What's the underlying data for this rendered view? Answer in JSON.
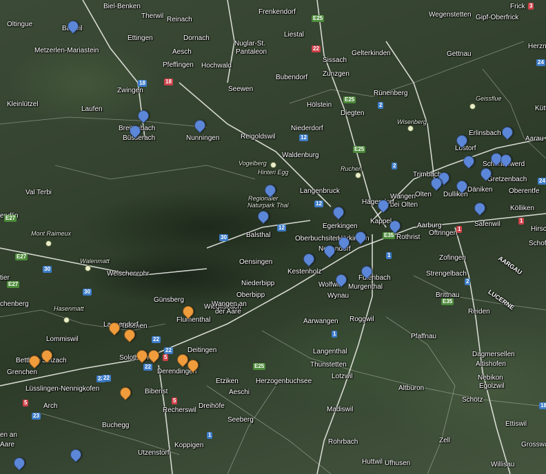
{
  "map": {
    "places": [
      {
        "name": "Biel-Benken",
        "cls": "major"
      },
      {
        "name": "Therwil",
        "cls": "major"
      },
      {
        "name": "Reinach",
        "cls": "major"
      },
      {
        "name": "Frenkendorf",
        "cls": "major"
      },
      {
        "name": "Wegenstetten",
        "cls": "major"
      },
      {
        "name": "Frick",
        "cls": "major"
      },
      {
        "name": "Oltingue",
        "cls": "major"
      },
      {
        "name": "Battwil",
        "cls": "major"
      },
      {
        "name": "Ettingen",
        "cls": "major"
      },
      {
        "name": "Dornach",
        "cls": "major"
      },
      {
        "name": "Liestal",
        "cls": "major"
      },
      {
        "name": "Gipf-Oberfrick",
        "cls": "major"
      },
      {
        "name": "Nuglar-St.",
        "cls": "major"
      },
      {
        "name": "Pantaleon",
        "cls": "major"
      },
      {
        "name": "Aesch",
        "cls": "major"
      },
      {
        "name": "Metzerlen-Mariastein",
        "cls": "major"
      },
      {
        "name": "Sissach",
        "cls": "major"
      },
      {
        "name": "Gelterkinden",
        "cls": "major"
      },
      {
        "name": "Gettnau",
        "cls": "major"
      },
      {
        "name": "Herzn",
        "cls": "major"
      },
      {
        "name": "Pfeffingen",
        "cls": "major"
      },
      {
        "name": "Hochwald",
        "cls": "major"
      },
      {
        "name": "Bubendorf",
        "cls": "major"
      },
      {
        "name": "Zunzgen",
        "cls": "major"
      },
      {
        "name": "Zwingen",
        "cls": "major"
      },
      {
        "name": "Seewen",
        "cls": "major"
      },
      {
        "name": "Kleinlützel",
        "cls": "major"
      },
      {
        "name": "Laufen",
        "cls": "major"
      },
      {
        "name": "Hölstein",
        "cls": "major"
      },
      {
        "name": "Rünenberg",
        "cls": "major"
      },
      {
        "name": "Diegten",
        "cls": "major"
      },
      {
        "name": "Geissflue",
        "cls": "minor"
      },
      {
        "name": "Kütt",
        "cls": "major"
      },
      {
        "name": "Breitenbach",
        "cls": "major"
      },
      {
        "name": "Büsserach",
        "cls": "major"
      },
      {
        "name": "Nunningen",
        "cls": "major"
      },
      {
        "name": "Reigoldswil",
        "cls": "major"
      },
      {
        "name": "Niederdorf",
        "cls": "major"
      },
      {
        "name": "Wisenberg",
        "cls": "minor"
      },
      {
        "name": "Erlinsbach",
        "cls": "major"
      },
      {
        "name": "Aarau",
        "cls": "major"
      },
      {
        "name": "Waldenburg",
        "cls": "major"
      },
      {
        "name": "Lostorf",
        "cls": "major"
      },
      {
        "name": "Vogelberg",
        "cls": "minor"
      },
      {
        "name": "Hinteri Egg",
        "cls": "minor"
      },
      {
        "name": "Ruchen",
        "cls": "minor"
      },
      {
        "name": "Schönenwerd",
        "cls": "major"
      },
      {
        "name": "Trimbach",
        "cls": "major"
      },
      {
        "name": "Gretzenbach",
        "cls": "major"
      },
      {
        "name": "Val Terbi",
        "cls": "major"
      },
      {
        "name": "Langenbruck",
        "cls": "major"
      },
      {
        "name": "Wangen",
        "cls": "major"
      },
      {
        "name": "bei Olten",
        "cls": "major"
      },
      {
        "name": "Olten",
        "cls": "major"
      },
      {
        "name": "Dulliken",
        "cls": "major"
      },
      {
        "name": "Däniken",
        "cls": "major"
      },
      {
        "name": "Oberentfe",
        "cls": "major"
      },
      {
        "name": "Regionaler",
        "cls": "minor"
      },
      {
        "name": "Naturpark Thal",
        "cls": "minor"
      },
      {
        "name": "Hägendorf",
        "cls": "major"
      },
      {
        "name": "Kölliken",
        "cls": "major"
      },
      {
        "name": "Mont Raimeux",
        "cls": "minor"
      },
      {
        "name": "Egerkingen",
        "cls": "major"
      },
      {
        "name": "Kappel",
        "cls": "major"
      },
      {
        "name": "Safenwil",
        "cls": "major"
      },
      {
        "name": "Hirsch",
        "cls": "major"
      },
      {
        "name": "Balsthal",
        "cls": "major"
      },
      {
        "name": "Aarburg",
        "cls": "major"
      },
      {
        "name": "Oberbuchsiten",
        "cls": "major"
      },
      {
        "name": "Härkingen",
        "cls": "major"
      },
      {
        "name": "Rothrist",
        "cls": "major"
      },
      {
        "name": "Oftringen",
        "cls": "major"
      },
      {
        "name": "Schoft",
        "cls": "major"
      },
      {
        "name": "Neuendorf",
        "cls": "major"
      },
      {
        "name": "Walenmatt",
        "cls": "minor"
      },
      {
        "name": "Oensingen",
        "cls": "major"
      },
      {
        "name": "Kestenholz",
        "cls": "major"
      },
      {
        "name": "Zofingen",
        "cls": "major"
      },
      {
        "name": "Welschenrohr",
        "cls": "major"
      },
      {
        "name": "Fulenbach",
        "cls": "major"
      },
      {
        "name": "Murgenthal",
        "cls": "major"
      },
      {
        "name": "Strengelbach",
        "cls": "major"
      },
      {
        "name": "AARGAU",
        "cls": "region"
      },
      {
        "name": "Niederbipp",
        "cls": "major"
      },
      {
        "name": "Wolfwil",
        "cls": "major"
      },
      {
        "name": "LUCERNE",
        "cls": "region"
      },
      {
        "name": "Oberbipp",
        "cls": "major"
      },
      {
        "name": "Wynau",
        "cls": "major"
      },
      {
        "name": "Brittnau",
        "cls": "major"
      },
      {
        "name": "Günsberg",
        "cls": "major"
      },
      {
        "name": "Wiedlisbach",
        "cls": "major"
      },
      {
        "name": "Reiden",
        "cls": "major"
      },
      {
        "name": "Hasenmatt",
        "cls": "minor"
      },
      {
        "name": "Wangen an",
        "cls": "major"
      },
      {
        "name": "der Aare",
        "cls": "major"
      },
      {
        "name": "Aarwangen",
        "cls": "major"
      },
      {
        "name": "Roggwil",
        "cls": "major"
      },
      {
        "name": "Flumenthal",
        "cls": "major"
      },
      {
        "name": "Rüttenen",
        "cls": "major"
      },
      {
        "name": "Langendorf",
        "cls": "major"
      },
      {
        "name": "Pfaffnau",
        "cls": "major"
      },
      {
        "name": "Lommiswil",
        "cls": "major"
      },
      {
        "name": "Dagmersellen",
        "cls": "major"
      },
      {
        "name": "Bettlach",
        "cls": "major"
      },
      {
        "name": "Selzach",
        "cls": "major"
      },
      {
        "name": "Solothurn",
        "cls": "major"
      },
      {
        "name": "Deitingen",
        "cls": "major"
      },
      {
        "name": "Langenthal",
        "cls": "major"
      },
      {
        "name": "Derendingen",
        "cls": "major"
      },
      {
        "name": "Grenchen",
        "cls": "major"
      },
      {
        "name": "Thunstetten",
        "cls": "major"
      },
      {
        "name": "Altishofen",
        "cls": "major"
      },
      {
        "name": "Lotzwil",
        "cls": "major"
      },
      {
        "name": "Nebikon",
        "cls": "major"
      },
      {
        "name": "Etziken",
        "cls": "major"
      },
      {
        "name": "Herzogenbuchsee",
        "cls": "major"
      },
      {
        "name": "Egolzwil",
        "cls": "major"
      },
      {
        "name": "Lüsslingen-Nennigkofen",
        "cls": "major"
      },
      {
        "name": "Biberist",
        "cls": "major"
      },
      {
        "name": "Aeschi",
        "cls": "major"
      },
      {
        "name": "Altbüron",
        "cls": "major"
      },
      {
        "name": "Schötz",
        "cls": "major"
      },
      {
        "name": "Recherswil",
        "cls": "major"
      },
      {
        "name": "Dreihöfe",
        "cls": "major"
      },
      {
        "name": "Arch",
        "cls": "major"
      },
      {
        "name": "Madiswil",
        "cls": "major"
      },
      {
        "name": "Seeberg",
        "cls": "major"
      },
      {
        "name": "Ettiswil",
        "cls": "major"
      },
      {
        "name": "Buchegg",
        "cls": "major"
      },
      {
        "name": "Rohrbach",
        "cls": "major"
      },
      {
        "name": "Zell",
        "cls": "major"
      },
      {
        "name": "Grosswa",
        "cls": "major"
      },
      {
        "name": "Utzenstorf",
        "cls": "major"
      },
      {
        "name": "Koppigen",
        "cls": "major"
      },
      {
        "name": "Ufhusen",
        "cls": "major"
      },
      {
        "name": "Willisau",
        "cls": "major"
      },
      {
        "name": "Huttwil",
        "cls": "major"
      },
      {
        "name": "endlin",
        "cls": "major"
      },
      {
        "name": "chenberg",
        "cls": "major"
      },
      {
        "name": "tier",
        "cls": "major"
      },
      {
        "name": "en an",
        "cls": "major"
      },
      {
        "name": "Aare",
        "cls": "major"
      }
    ],
    "shields": [
      {
        "label": "E25",
        "color": "green"
      },
      {
        "label": "22",
        "color": "red"
      },
      {
        "label": "3",
        "color": "red"
      },
      {
        "label": "24",
        "color": "blue"
      },
      {
        "label": "18",
        "color": "blue"
      },
      {
        "label": "18",
        "color": "red"
      },
      {
        "label": "2",
        "color": "blue"
      },
      {
        "label": "E25",
        "color": "green"
      },
      {
        "label": "12",
        "color": "blue"
      },
      {
        "label": "E25",
        "color": "green"
      },
      {
        "label": "2",
        "color": "blue"
      },
      {
        "label": "24",
        "color": "blue"
      },
      {
        "label": "12",
        "color": "blue"
      },
      {
        "label": "12",
        "color": "blue"
      },
      {
        "label": "30",
        "color": "blue"
      },
      {
        "label": "E35",
        "color": "green"
      },
      {
        "label": "1",
        "color": "blue"
      },
      {
        "label": "1",
        "color": "red"
      },
      {
        "label": "1",
        "color": "red"
      },
      {
        "label": "E27",
        "color": "green"
      },
      {
        "label": "E27",
        "color": "green"
      },
      {
        "label": "30",
        "color": "blue"
      },
      {
        "label": "E27",
        "color": "green"
      },
      {
        "label": "30",
        "color": "blue"
      },
      {
        "label": "2",
        "color": "blue"
      },
      {
        "label": "E35",
        "color": "green"
      },
      {
        "label": "1",
        "color": "blue"
      },
      {
        "label": "22",
        "color": "blue"
      },
      {
        "label": "5",
        "color": "red"
      },
      {
        "label": "5",
        "color": "red"
      },
      {
        "label": "22",
        "color": "blue"
      },
      {
        "label": "22",
        "color": "blue"
      },
      {
        "label": "22",
        "color": "blue"
      },
      {
        "label": "E25",
        "color": "green"
      },
      {
        "label": "5",
        "color": "red"
      },
      {
        "label": "22",
        "color": "blue"
      },
      {
        "label": "1",
        "color": "blue"
      },
      {
        "label": "23",
        "color": "blue"
      },
      {
        "label": "18",
        "color": "blue"
      }
    ],
    "marker_colors": {
      "blue": "#5c87d8",
      "orange": "#f09c3c"
    }
  }
}
